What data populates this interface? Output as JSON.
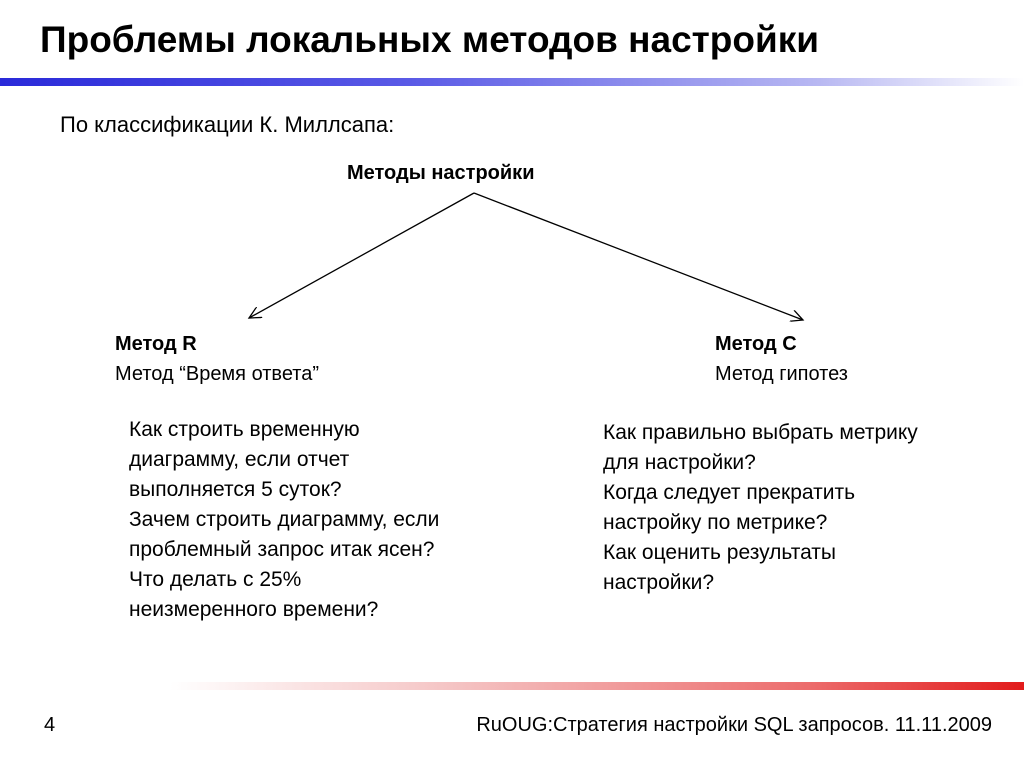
{
  "slide": {
    "title": "Проблемы локальных методов настройки",
    "subtitle": "По классификации К. Миллсапа:",
    "page_number": "4",
    "footer": "RuOUG:Стратегия настройки SQL запросов. 11.11.2009",
    "colors": {
      "title_bar": "#2a2ad9",
      "footer_bar": "#e21b1b"
    }
  },
  "diagram": {
    "root": "Методы настройки",
    "left": {
      "name": "Метод R",
      "alias": "Метод “Время ответа”",
      "questions": [
        "Как строить временную",
        "диаграмму, если отчет",
        "выполняется 5 суток?",
        "Зачем строить диаграмму, если",
        "проблемный запрос итак ясен?",
        "Что делать с 25%",
        "неизмеренного времени?"
      ]
    },
    "right": {
      "name": "Метод C",
      "alias": "Метод гипотез",
      "questions": [
        "Как правильно выбрать метрику",
        "для настройки?",
        "Когда следует прекратить",
        "настройку по метрике?",
        "Как оценить результаты",
        "настройки?"
      ]
    }
  }
}
